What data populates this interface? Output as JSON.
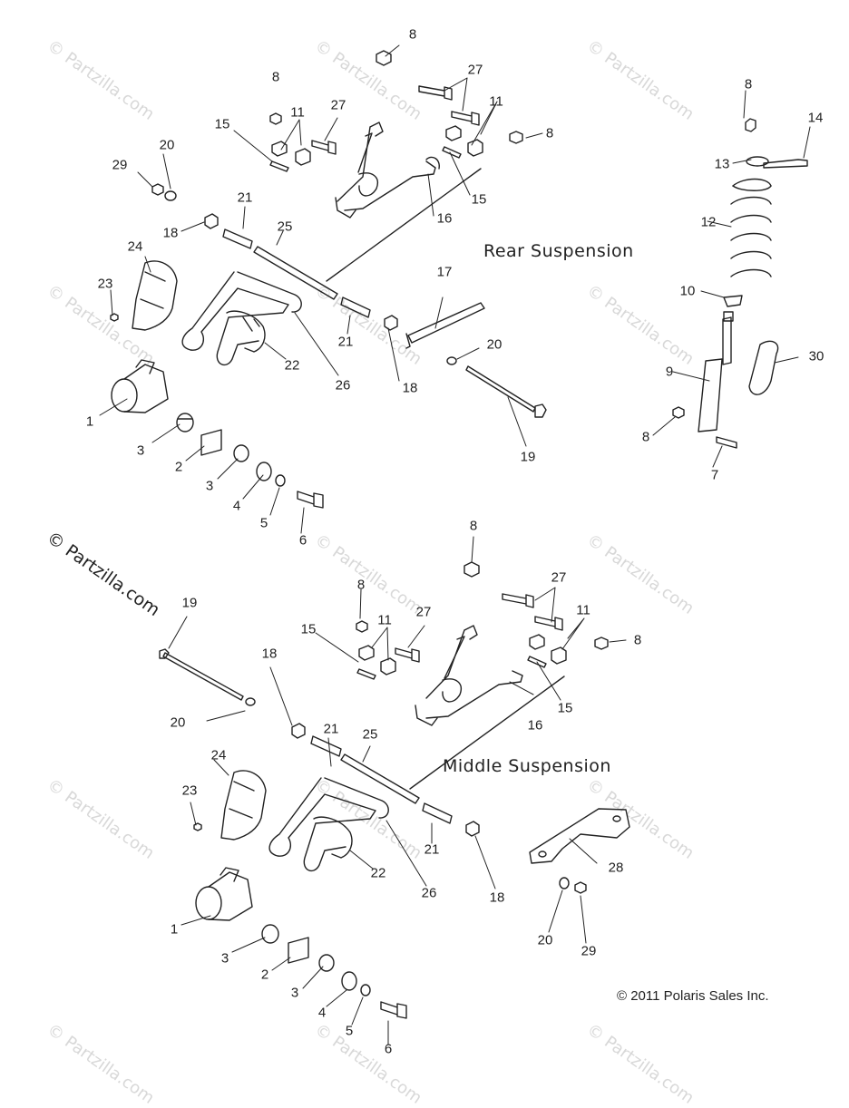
{
  "titles": {
    "rear": "Rear Suspension",
    "middle": "Middle Suspension"
  },
  "copyright": "© 2011 Polaris Sales Inc.",
  "watermark": "© Partzilla.com",
  "callouts": {
    "n1": "1",
    "n2": "2",
    "n3": "3",
    "n4": "4",
    "n5": "5",
    "n6": "6",
    "n7": "7",
    "n8": "8",
    "n9": "9",
    "n10": "10",
    "n11": "11",
    "n12": "12",
    "n13": "13",
    "n14": "14",
    "n15": "15",
    "n16": "16",
    "n17": "17",
    "n18": "18",
    "n19": "19",
    "n20": "20",
    "n21": "21",
    "n22": "22",
    "n23": "23",
    "n24": "24",
    "n25": "25",
    "n26": "26",
    "n27": "27",
    "n28": "28",
    "n29": "29",
    "n30": "30"
  }
}
